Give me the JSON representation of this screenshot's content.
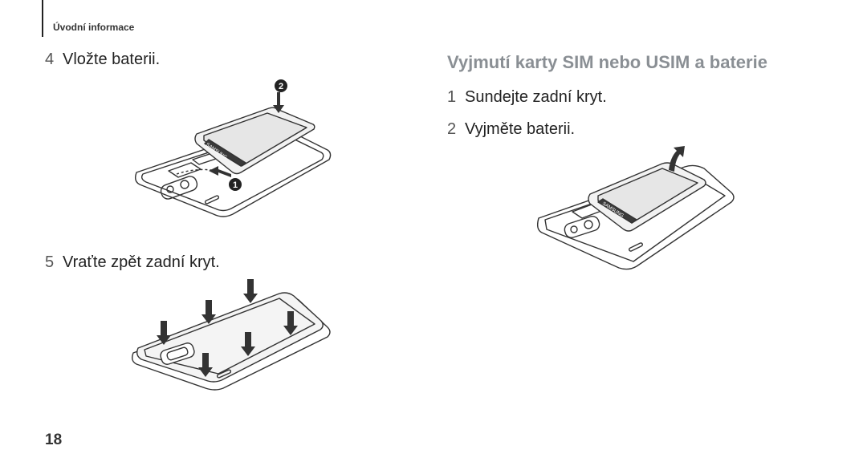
{
  "header": {
    "section_label": "Úvodní informace"
  },
  "left_column": {
    "step4": {
      "number": "4",
      "text": "Vložte baterii."
    },
    "step5": {
      "number": "5",
      "text": "Vraťte zpět zadní kryt."
    },
    "callouts": [
      "2",
      "1"
    ],
    "battery_brand": "SAMSUNG"
  },
  "right_column": {
    "heading": "Vyjmutí karty SIM nebo USIM a baterie",
    "step1": {
      "number": "1",
      "text": "Sundejte zadní kryt."
    },
    "step2": {
      "number": "2",
      "text": "Vyjměte baterii."
    },
    "battery_brand": "SAMSUNG"
  },
  "footer": {
    "page_number": "18"
  }
}
